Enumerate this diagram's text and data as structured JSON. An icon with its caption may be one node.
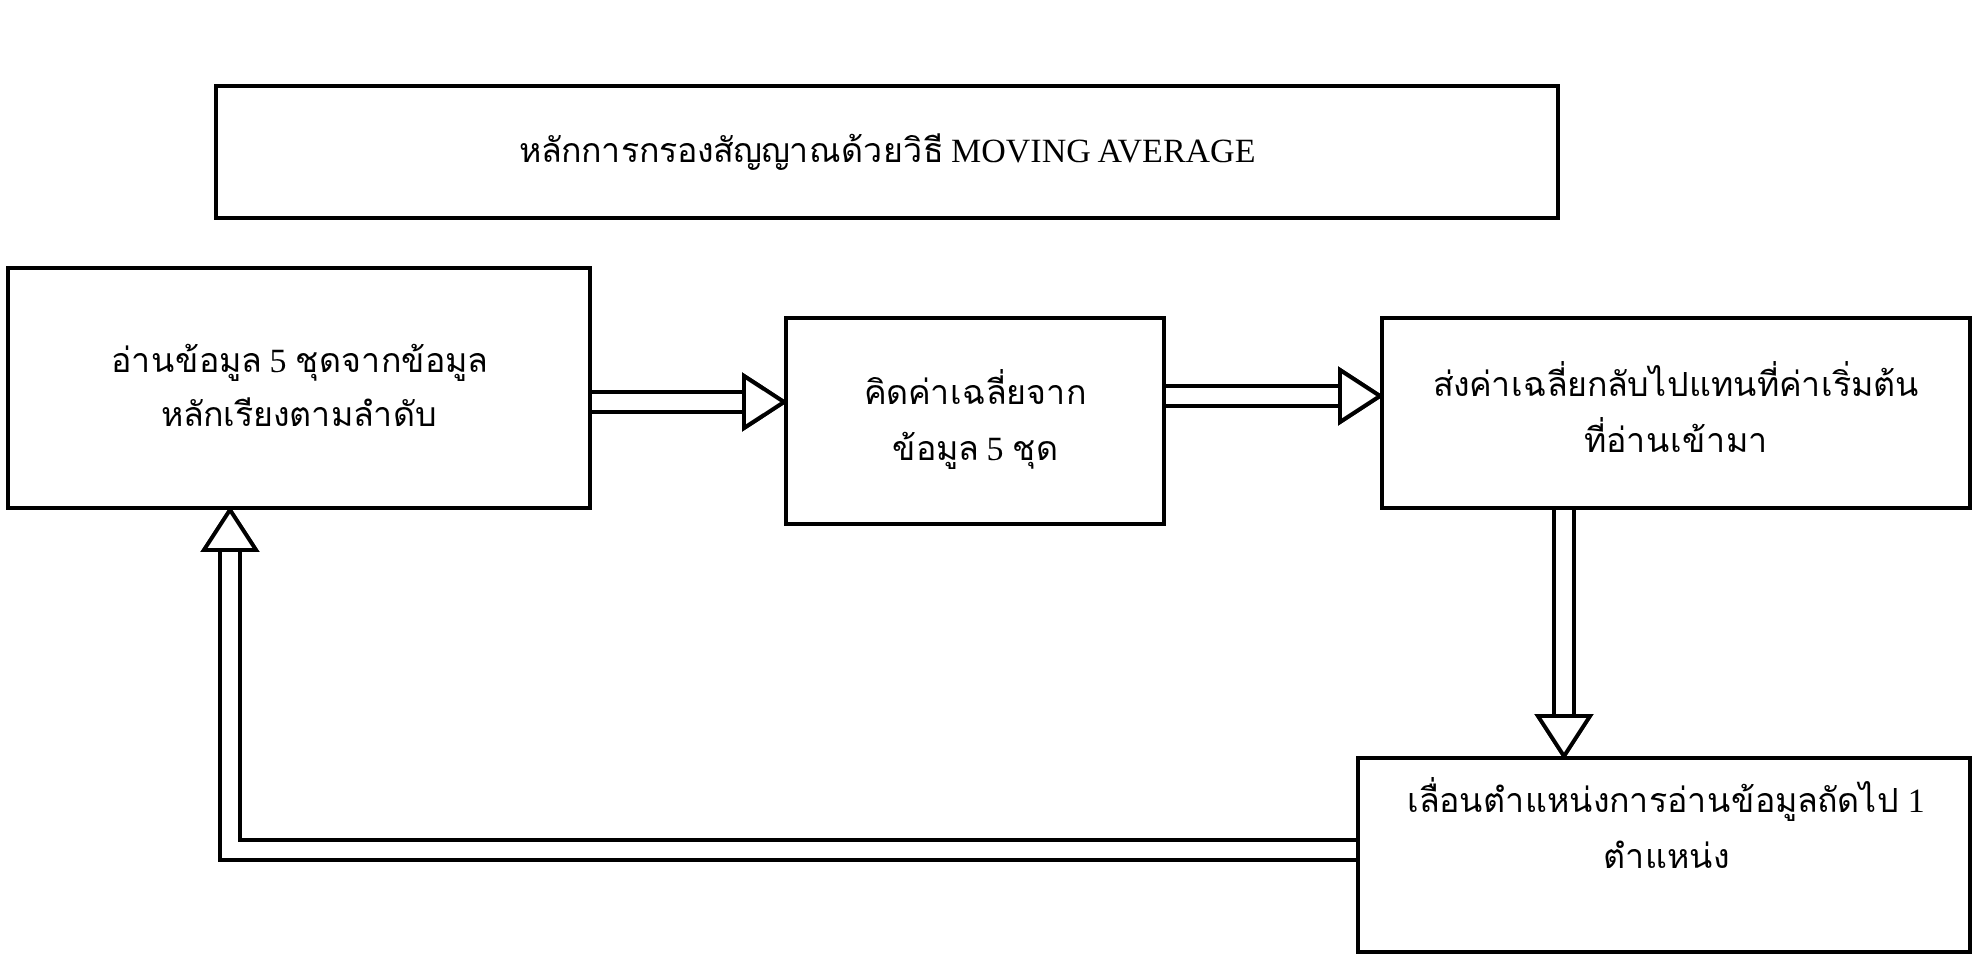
{
  "diagram": {
    "nodes": [
      {
        "text": [
          "หลักการกรองสัญญาณด้วยวิธี MOVING AVERAGE"
        ]
      },
      {
        "text": [
          "อ่านข้อมูล 5 ชุดจากข้อมูลหลักเรียงตามลำดับ"
        ]
      },
      {
        "text": [
          "คิดค่าเฉลี่ยจากข้อมูล 5 ชุด"
        ]
      },
      {
        "text": [
          "ส่งค่าเฉลี่ยกลับไปแทนที่ค่าเริ่มต้นที่อ่านเข้ามา"
        ]
      },
      {
        "text": [
          "เลื่อนตำแหน่งการอ่านข้อมูลถัดไป 1 ตำแหน่ง"
        ]
      }
    ],
    "edges": [
      {
        "from": 1,
        "to": 2,
        "arrow": "to"
      },
      {
        "from": 2,
        "to": 3,
        "arrow": "to"
      },
      {
        "from": 3,
        "to": 4,
        "arrow": "to"
      },
      {
        "from": 4,
        "to": 1,
        "arrow": "to"
      }
    ]
  }
}
